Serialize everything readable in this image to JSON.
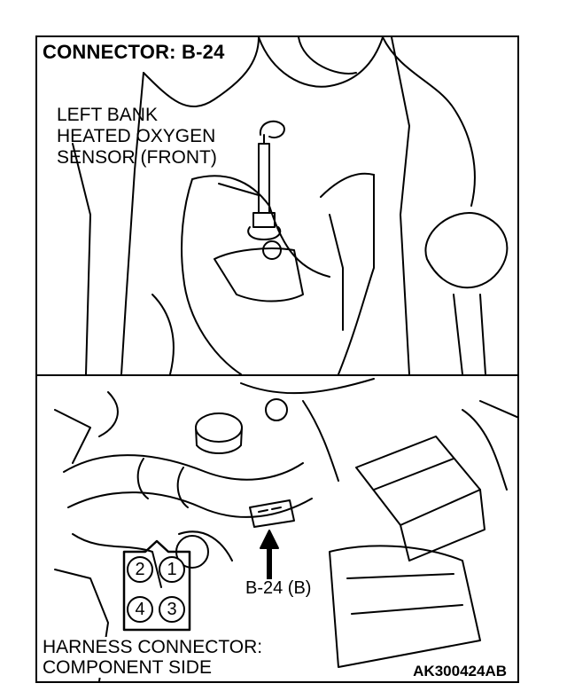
{
  "figure": {
    "title": "CONNECTOR: B-24",
    "sensor_label": [
      "LEFT BANK",
      "HEATED OXYGEN",
      "SENSOR (FRONT)"
    ],
    "connector_callout": "B-24 (B)",
    "harness_label": [
      "HARNESS CONNECTOR:",
      "COMPONENT SIDE"
    ],
    "figure_code": "AK300424AB",
    "pins": [
      "2",
      "1",
      "4",
      "3"
    ]
  },
  "colors": {
    "line": "#000000",
    "background": "#ffffff"
  }
}
